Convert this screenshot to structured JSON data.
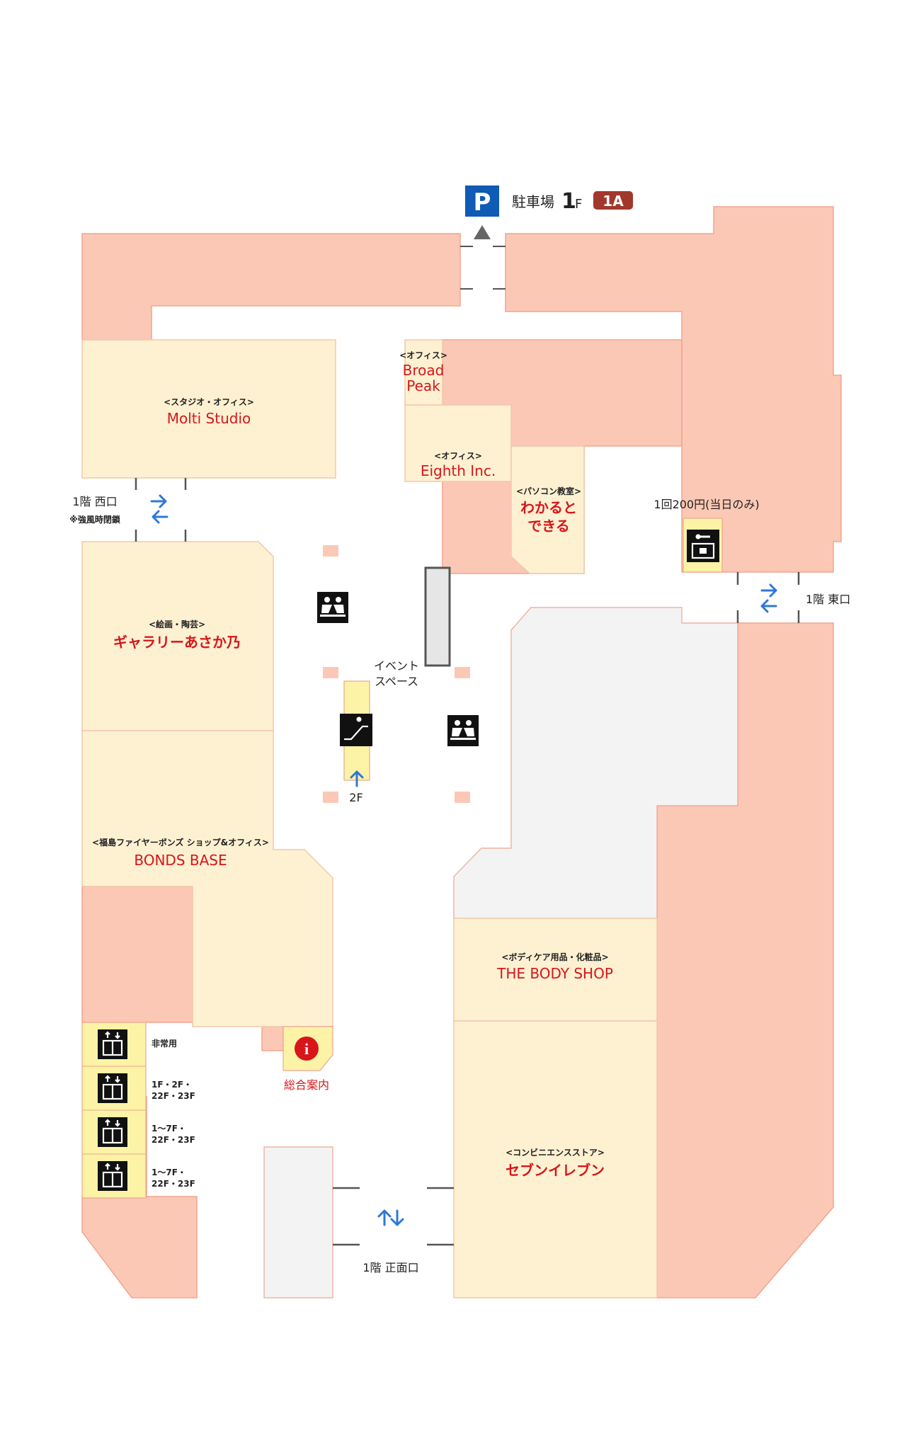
{
  "parking": {
    "icon_letter": "P",
    "label": "駐車場",
    "floor_num": "1",
    "floor_unit": "F",
    "badge": "1A",
    "badge_color": "#a2372b"
  },
  "colors": {
    "tenant_pink": "#fcc8b6",
    "shop_cream": "#fdf1d2",
    "facility_yellow": "#fcf3a6",
    "shop_name_red": "#d8151b",
    "arrow_blue": "#2e78d6",
    "parking_blue": "#0f5bb5"
  },
  "shops": [
    {
      "id": "molti",
      "category": "<スタジオ・オフィス>",
      "name": "Molti Studio"
    },
    {
      "id": "broad",
      "category": "<オフィス>",
      "name_line1": "Broad",
      "name_line2": "Peak"
    },
    {
      "id": "eighth",
      "category": "<オフィス>",
      "name": "Eighth Inc."
    },
    {
      "id": "wakaru",
      "category": "<パソコン教室>",
      "name_line1": "わかると",
      "name_line2": "できる"
    },
    {
      "id": "gallery",
      "category": "<絵画・陶芸>",
      "name": "ギャラリーあさか乃"
    },
    {
      "id": "bonds",
      "category": "<福島ファイヤーボンズ ショップ&オフィス>",
      "name": "BONDS BASE"
    },
    {
      "id": "bodyshop",
      "category": "<ボディケア用品・化粧品>",
      "name": "THE BODY SHOP"
    },
    {
      "id": "seven",
      "category": "<コンビニエンスストア>",
      "name": "セブンイレブン"
    }
  ],
  "entrances": {
    "west": {
      "label": "1階 西口",
      "note": "※強風時閉鎖"
    },
    "east": {
      "label": "1階 東口"
    },
    "main": {
      "label": "1階 正面口"
    }
  },
  "locker": {
    "label": "1回200円(当日のみ)",
    "icon": "coin-locker-icon"
  },
  "event_space": {
    "line1": "イベント",
    "line2": "スペース"
  },
  "escalator": {
    "label": "2F",
    "icon": "escalator-icon"
  },
  "information": {
    "label": "総合案内",
    "icon_letter": "i",
    "icon_color": "#d8151b"
  },
  "elevators": [
    {
      "line1": "非常用",
      "line2": ""
    },
    {
      "line1": "1F・2F・",
      "line2": "22F・23F"
    },
    {
      "line1": "1〜7F・",
      "line2": "22F・23F"
    },
    {
      "line1": "1〜7F・",
      "line2": "22F・23F"
    }
  ],
  "icons": [
    "parking-icon",
    "bench-icon",
    "escalator-icon",
    "elevator-icon",
    "coin-locker-icon",
    "info-icon"
  ]
}
